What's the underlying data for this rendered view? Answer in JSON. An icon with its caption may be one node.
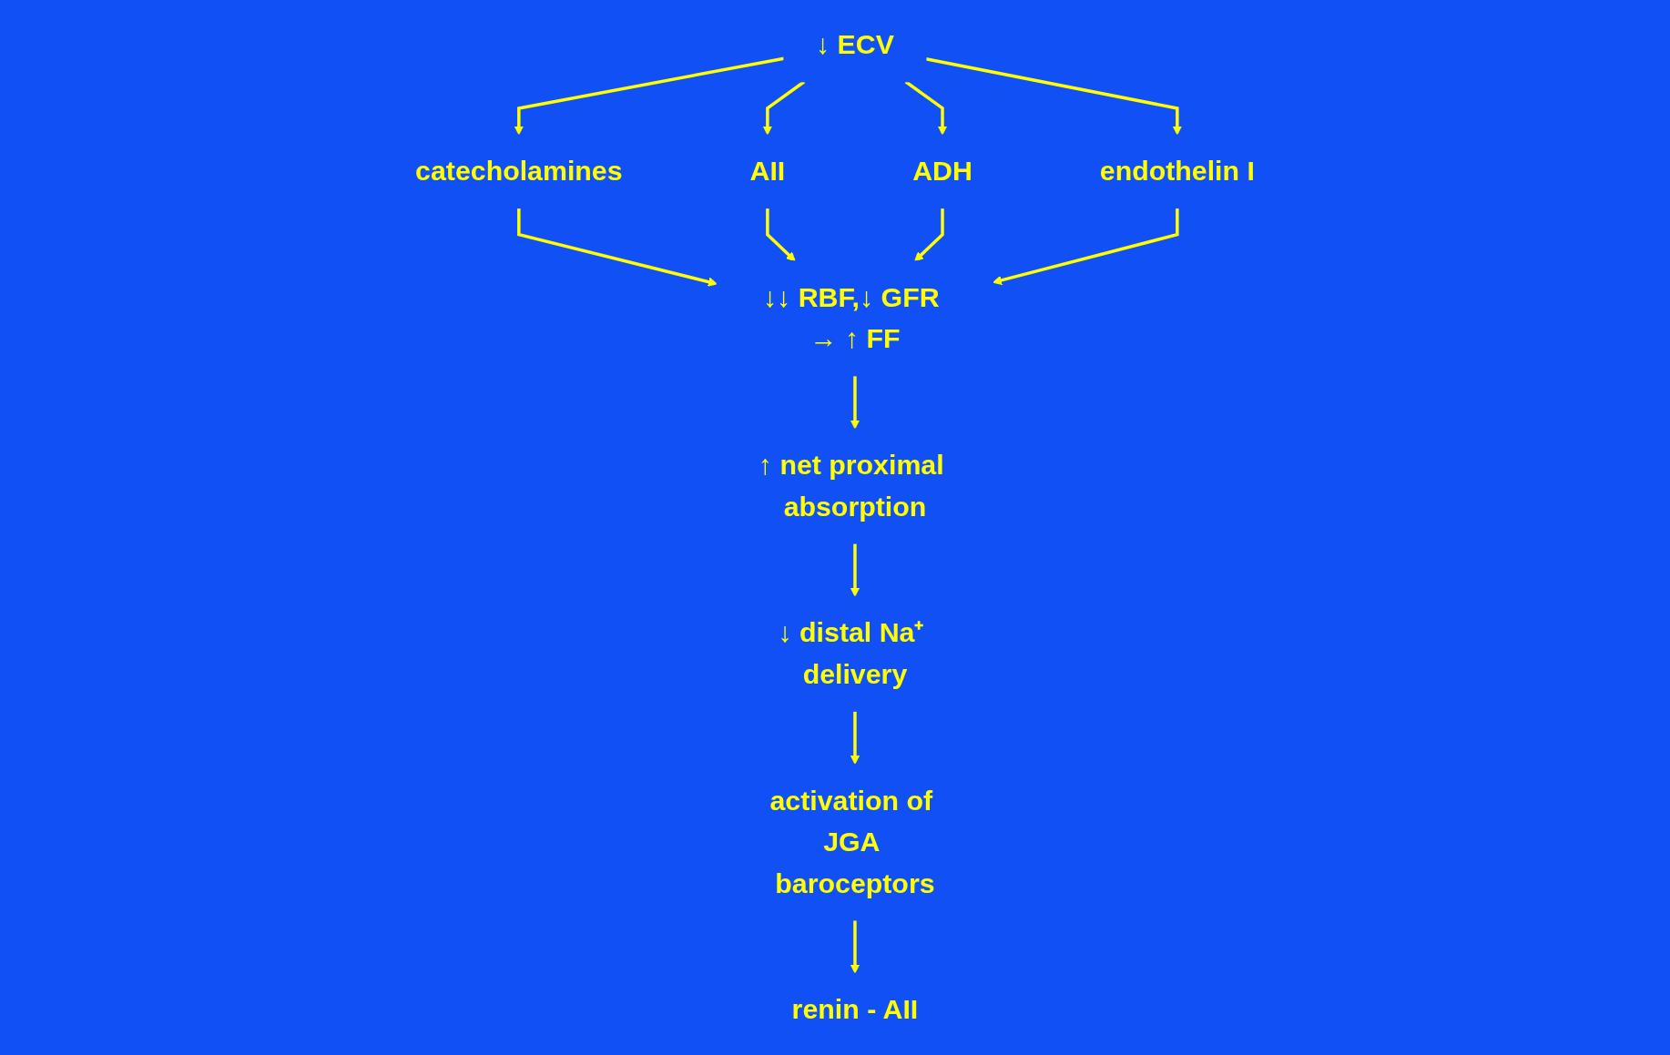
{
  "diagram": {
    "nodes": [
      {
        "text": [
          "↓ ECV"
        ]
      },
      {
        "text": [
          "catecholamines"
        ]
      },
      {
        "text": [
          "AII"
        ]
      },
      {
        "text": [
          "ADH"
        ]
      },
      {
        "text": [
          "endothelin I"
        ]
      },
      {
        "text": [
          "↓↓ RBF,↓ GFR → ↑ FF"
        ]
      },
      {
        "text": [
          "↑ net proximal absorption"
        ]
      },
      {
        "text": [
          "↓ distal Na⁺ delivery"
        ]
      },
      {
        "text": [
          "activation of JGA baroceptors"
        ]
      },
      {
        "text": [
          "renin - AII"
        ]
      }
    ],
    "edges": [
      {
        "from": 0,
        "to": 1,
        "arrow": "to"
      },
      {
        "from": 0,
        "to": 2,
        "arrow": "to"
      },
      {
        "from": 0,
        "to": 3,
        "arrow": "to"
      },
      {
        "from": 0,
        "to": 4,
        "arrow": "to"
      },
      {
        "from": 1,
        "to": 5,
        "arrow": "to"
      },
      {
        "from": 2,
        "to": 5,
        "arrow": "to"
      },
      {
        "from": 3,
        "to": 5,
        "arrow": "to"
      },
      {
        "from": 4,
        "to": 5,
        "arrow": "to"
      },
      {
        "from": 5,
        "to": 6,
        "arrow": "to"
      },
      {
        "from": 6,
        "to": 7,
        "arrow": "to"
      },
      {
        "from": 7,
        "to": 8,
        "arrow": "to"
      },
      {
        "from": 8,
        "to": 9,
        "arrow": "to"
      }
    ]
  }
}
